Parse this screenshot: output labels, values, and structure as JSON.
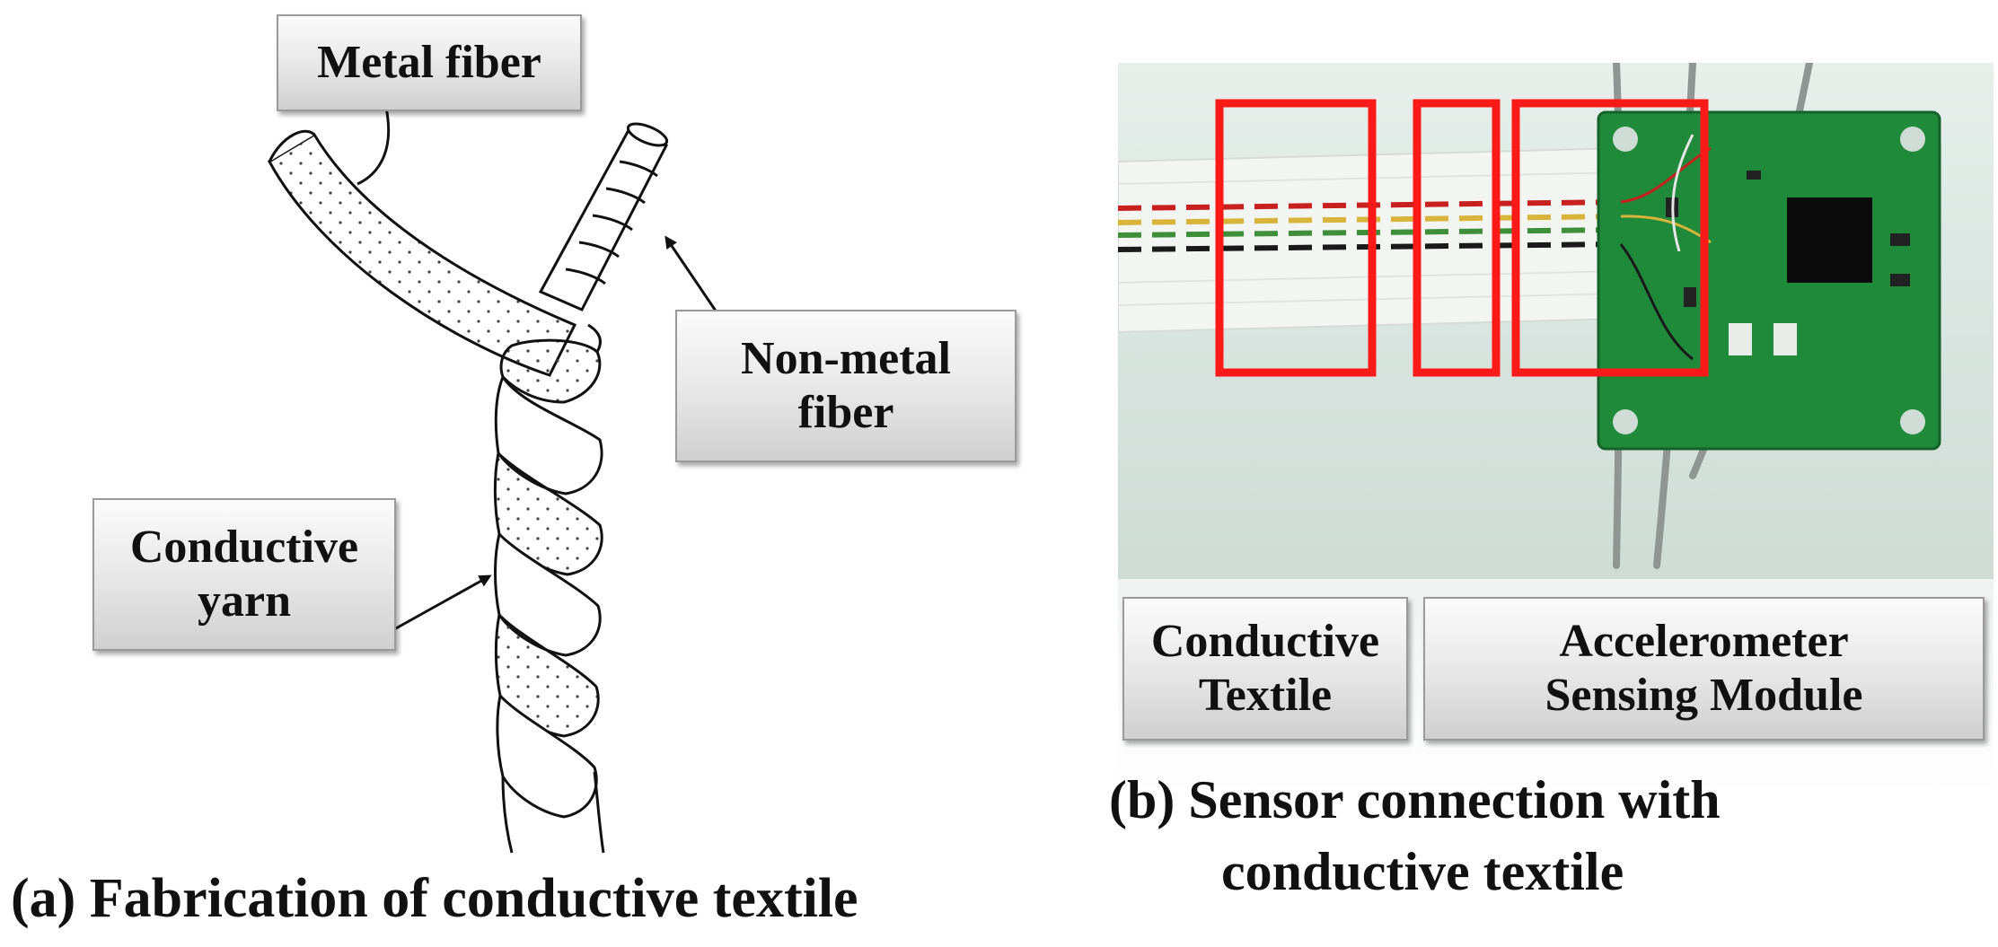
{
  "panel_a": {
    "labels": {
      "metal_fiber": "Metal fiber",
      "non_metal_fiber_line1": "Non-metal",
      "non_metal_fiber_line2": "fiber",
      "conductive_yarn_line1": "Conductive",
      "conductive_yarn_line2": "yarn"
    },
    "caption": "(a)  Fabrication of conductive textile"
  },
  "panel_b": {
    "labels": {
      "conductive_textile_line1": "Conductive",
      "conductive_textile_line2": "Textile",
      "accelerometer_line1": "Accelerometer",
      "accelerometer_line2": "Sensing Module"
    },
    "caption_line1": "(b) Sensor connection with",
    "caption_line2": "conductive textile",
    "colors": {
      "highlight_box": "#ff1a1a",
      "pcb_green": "#1f8a3a",
      "textile": "#f4f6f4",
      "thread_red": "#c8201e",
      "thread_yellow": "#d9b43a",
      "thread_green": "#3f8f3a",
      "thread_black": "#1a1a1a"
    }
  }
}
